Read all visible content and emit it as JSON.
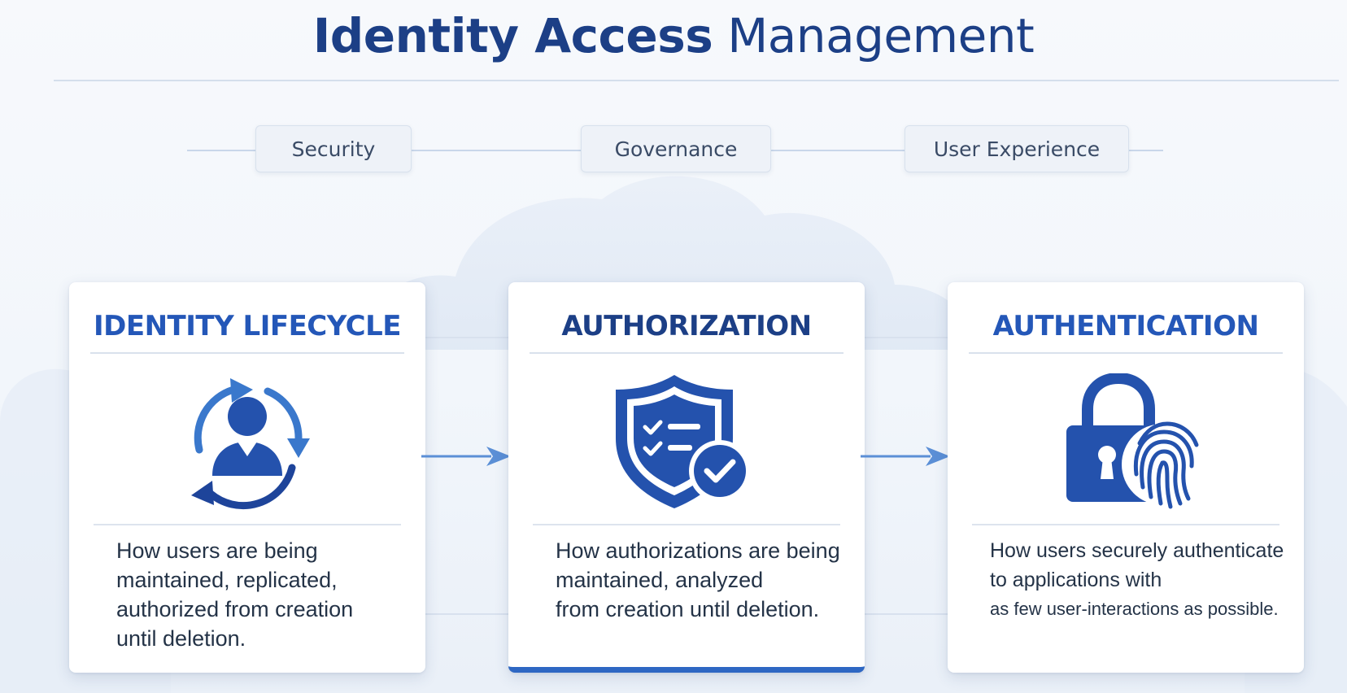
{
  "title": {
    "bold": "Identity Access",
    "light": "Management"
  },
  "pillars": [
    "Security",
    "Governance",
    "User Experience"
  ],
  "cards": [
    {
      "title": "IDENTITY LIFECYCLE",
      "icon": "user-lifecycle-icon",
      "desc": [
        "How users are being",
        "maintained, replicated,",
        "authorized from creation",
        "until deletion."
      ]
    },
    {
      "title": "AUTHORIZATION",
      "icon": "shield-check-icon",
      "desc": [
        "How authorizations are being",
        "maintained, analyzed",
        "from creation until deletion."
      ]
    },
    {
      "title": "AUTHENTICATION",
      "icon": "lock-fingerprint-icon",
      "desc": [
        "How users securely authenticate",
        "to applications with",
        "as few user-interactions as possible."
      ]
    }
  ],
  "colors": {
    "primary": "#1c3f86",
    "accent": "#2e67c3",
    "arrow": "#5b8fd6",
    "text": "#243347"
  }
}
